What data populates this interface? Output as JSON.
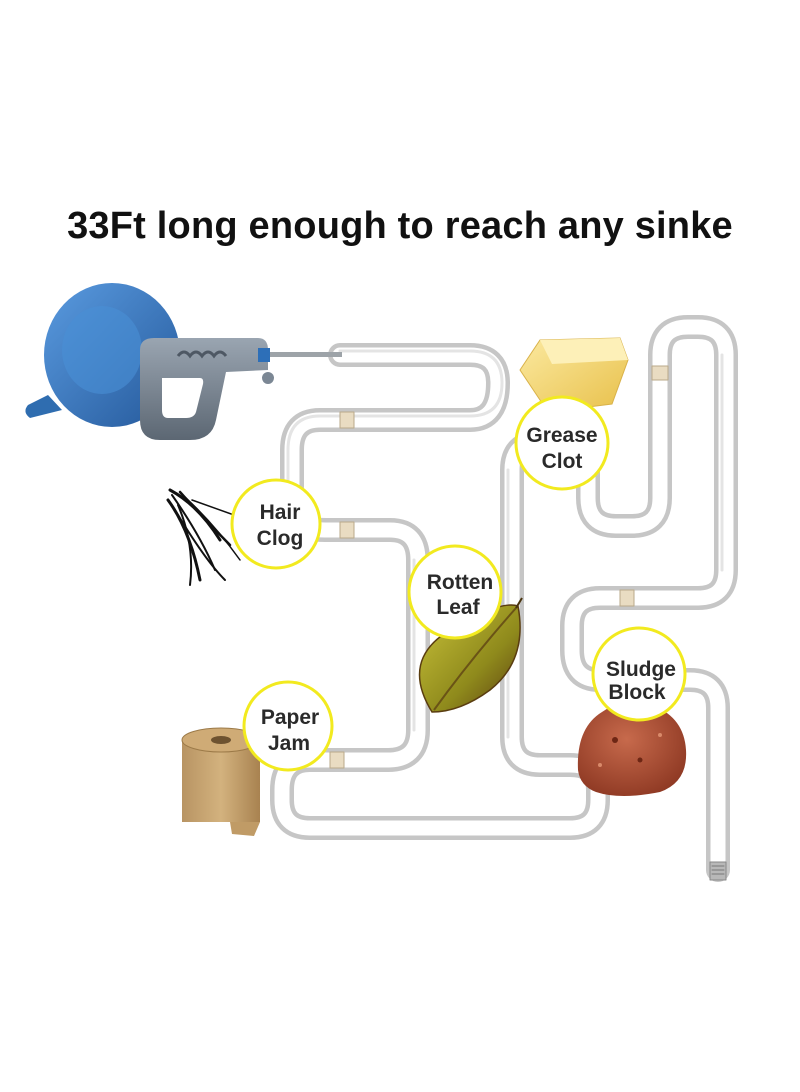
{
  "headline": "33Ft long enough to reach any sinke",
  "colors": {
    "callout_ring": "#f2ea1f",
    "pipe": "#c9c9c9",
    "drum": "#3b7fc4",
    "handle": "#7b8794"
  },
  "callouts": [
    {
      "id": "hair",
      "line1": "Hair",
      "line2": "Clog",
      "icon": "hair-strands"
    },
    {
      "id": "grease",
      "line1": "Grease",
      "line2": "Clot",
      "icon": "butter-block"
    },
    {
      "id": "leaf",
      "line1": "Rotten",
      "line2": "Leaf",
      "icon": "dry-leaf"
    },
    {
      "id": "sludge",
      "line1": "Sludge",
      "line2": "Block",
      "icon": "rock"
    },
    {
      "id": "paper",
      "line1": "Paper",
      "line2": "Jam",
      "icon": "paper-roll"
    }
  ]
}
